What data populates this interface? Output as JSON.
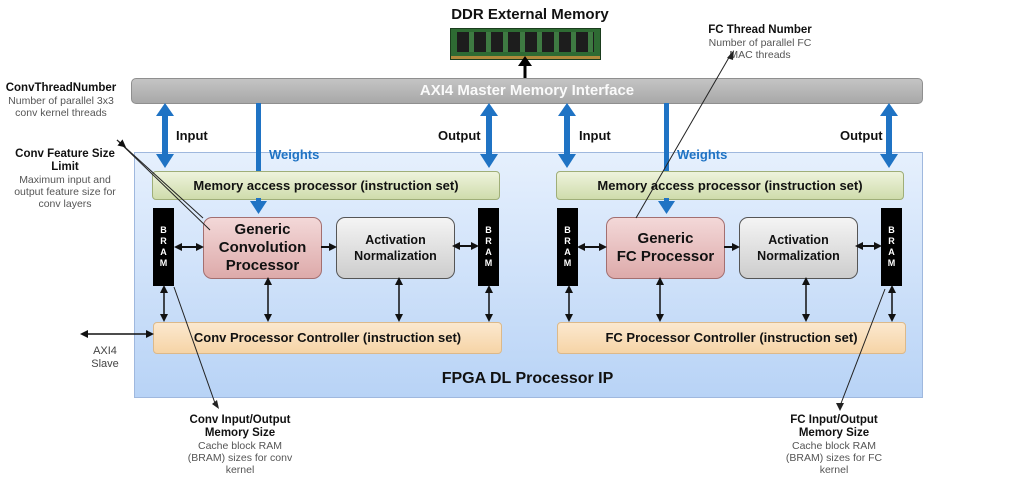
{
  "title": "DDR External Memory",
  "axi_master": "AXI4 Master Memory Interface",
  "fpga_label": "FPGA DL Processor IP",
  "axi_slave": {
    "line1": "AXI4",
    "line2": "Slave"
  },
  "conv": {
    "input_label": "Input",
    "output_label": "Output",
    "weights_label": "Weights",
    "memory_access": "Memory access processor (instruction set)",
    "processor": {
      "line1": "Generic",
      "line2": "Convolution",
      "line3": "Processor"
    },
    "activation": {
      "line1": "Activation",
      "line2": "Normalization"
    },
    "controller": "Conv Processor Controller (instruction set)",
    "bram_letters": [
      "B",
      "R",
      "A",
      "M"
    ]
  },
  "fc": {
    "input_label": "Input",
    "output_label": "Output",
    "weights_label": "Weights",
    "memory_access": "Memory access processor (instruction set)",
    "processor": {
      "line1": "Generic",
      "line2": "FC Processor"
    },
    "activation": {
      "line1": "Activation",
      "line2": "Normalization"
    },
    "controller": "FC Processor Controller (instruction set)",
    "bram_letters": [
      "B",
      "R",
      "A",
      "M"
    ]
  },
  "annotations": {
    "conv_thread": {
      "title": "ConvThreadNumber",
      "desc1": "Number of parallel 3x3",
      "desc2": "conv kernel threads"
    },
    "conv_feature": {
      "title1": "Conv Feature Size",
      "title2": "Limit",
      "desc1": "Maximum input and",
      "desc2": "output feature size for",
      "desc3": "conv layers"
    },
    "fc_thread": {
      "title": "FC Thread Number",
      "desc1": "Number of parallel FC",
      "desc2": "MAC threads"
    },
    "conv_mem": {
      "title1": "Conv Input/Output",
      "title2": "Memory Size",
      "desc1": "Cache block RAM",
      "desc2": "(BRAM) sizes for conv",
      "desc3": "kernel"
    },
    "fc_mem": {
      "title1": "FC Input/Output",
      "title2": "Memory Size",
      "desc1": "Cache block RAM",
      "desc2": "(BRAM) sizes for FC",
      "desc3": "kernel"
    }
  },
  "colors": {
    "arrow_blue": "#1f73c4",
    "bram": "#000000",
    "axi_bar": "#b3b3b3"
  }
}
